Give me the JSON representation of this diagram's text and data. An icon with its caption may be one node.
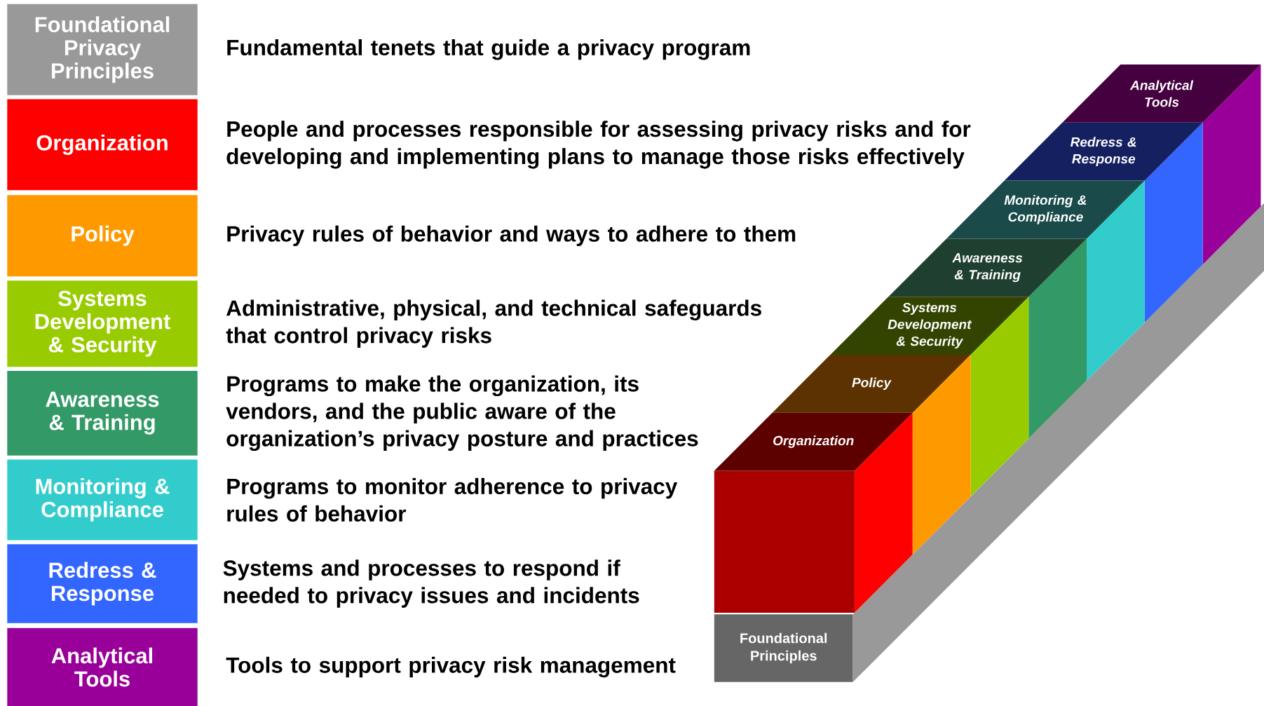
{
  "diagram": {
    "nodes": [
      {
        "text": [
          "Foundational Privacy Principles"
        ]
      },
      {
        "text": [
          "Organization"
        ]
      },
      {
        "text": [
          "Policy"
        ]
      },
      {
        "text": [
          "Systems Development & Security"
        ]
      },
      {
        "text": [
          "Awareness & Training"
        ]
      },
      {
        "text": [
          "Monitoring & Compliance"
        ]
      },
      {
        "text": [
          "Redress & Response"
        ]
      },
      {
        "text": [
          "Analytical Tools"
        ]
      },
      {
        "text": [
          "Organization"
        ]
      },
      {
        "text": [
          "Policy"
        ]
      },
      {
        "text": [
          "Systems Development & Security"
        ]
      },
      {
        "text": [
          "Awareness & Training"
        ]
      },
      {
        "text": [
          "Monitoring & Compliance"
        ]
      },
      {
        "text": [
          "Redress & Response"
        ]
      },
      {
        "text": [
          "Analytical Tools"
        ]
      },
      {
        "text": [
          "Foundational Principles"
        ]
      }
    ],
    "labels": [
      "Fundamental tenets that guide a privacy program",
      "People and processes responsible for assessing privacy risks and for developing and implementing plans to manage those risks effectively",
      "Privacy rules of behavior and ways to adhere to them",
      "Administrative, physical, and technical safeguards that control privacy risks",
      "Programs to make the organization, its vendors, and the public aware of the organization’s privacy posture and practices",
      "Programs to monitor adherence to privacy rules of behavior",
      "Systems and processes to respond if needed to privacy issues and incidents",
      "Tools to support privacy risk management"
    ]
  }
}
